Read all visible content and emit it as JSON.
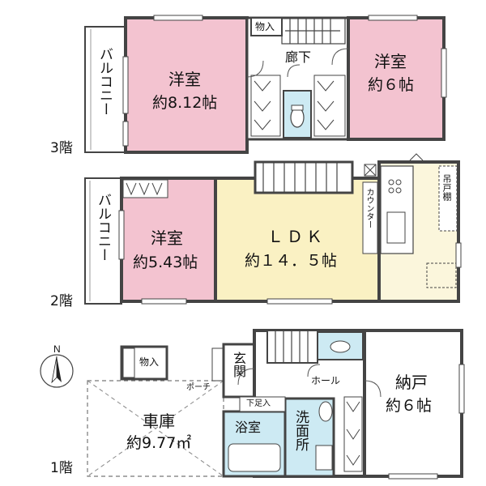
{
  "colors": {
    "wall": "#444444",
    "bedroom": "#f3c3d0",
    "ldk": "#faf1c3",
    "kitchen": "#fbf6dc",
    "wet": "#cdeaf3",
    "floor": "#ffffff"
  },
  "floors": {
    "f3": {
      "label": "3階",
      "balcony": "バルコニー",
      "room_a_name": "洋室",
      "room_a_size": "約8.12帖",
      "closet": "物入",
      "hall": "廊下",
      "room_b_name": "洋室",
      "room_b_size": "約６帖"
    },
    "f2": {
      "label": "2階",
      "balcony": "バルコニー",
      "room_name": "洋室",
      "room_size": "約5.43帖",
      "ldk_name": "ＬＤＫ",
      "ldk_size": "約１４．５帖",
      "counter": "カウンター",
      "shelf": "吊戸棚"
    },
    "f1": {
      "label": "1階",
      "closet": "物入",
      "entrance": "玄関",
      "porch": "ポーチ",
      "hall": "ホール",
      "shoe_box": "下足入",
      "storage_name": "納戸",
      "storage_size": "約６帖",
      "garage_name": "車庫",
      "garage_size": "約9.77㎡",
      "bath": "浴室",
      "washroom": "洗面所"
    }
  },
  "compass": {
    "north": "N"
  }
}
